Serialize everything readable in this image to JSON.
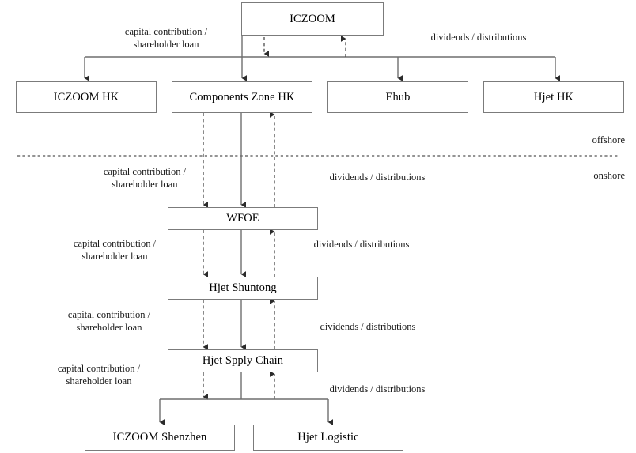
{
  "diagram": {
    "title": "ICZOOM corporate structure chart",
    "zones": {
      "offshore": "offshore",
      "onshore": "onshore"
    },
    "nodes": {
      "iczoom": "ICZOOM",
      "iczoom_hk": "ICZOOM HK",
      "components_zone_hk": "Components Zone HK",
      "ehub": "Ehub",
      "hjet_hk": "Hjet HK",
      "wfoe": "WFOE",
      "hjet_shuntong": "Hjet Shuntong",
      "hjet_spply_chain": "Hjet Spply Chain",
      "iczoom_shenzhen": "ICZOOM Shenzhen",
      "hjet_logistic": "Hjet Logistic"
    },
    "labels": {
      "capital_top": "capital contribution /\nshareholder loan",
      "dividends_top": "dividends / distributions",
      "capital_wfoe": "capital contribution /\nshareholder loan",
      "dividends_wfoe": "dividends / distributions",
      "capital_shuntong": "capital contribution /\nshareholder loan",
      "dividends_shuntong": "dividends / distributions",
      "capital_supply": "capital contribution /\nshareholder loan",
      "dividends_supply": "dividends / distributions",
      "capital_bottom": "capital contribution /\nshareholder loan",
      "dividends_bottom": "dividends / distributions"
    },
    "colors": {
      "box_border": "#7b7b7b",
      "connector": "#6e6e6e",
      "arrow_solid": "#3b3b3b",
      "arrow_dashed": "#4a4a4a",
      "text": "#000000",
      "background": "#ffffff"
    }
  }
}
